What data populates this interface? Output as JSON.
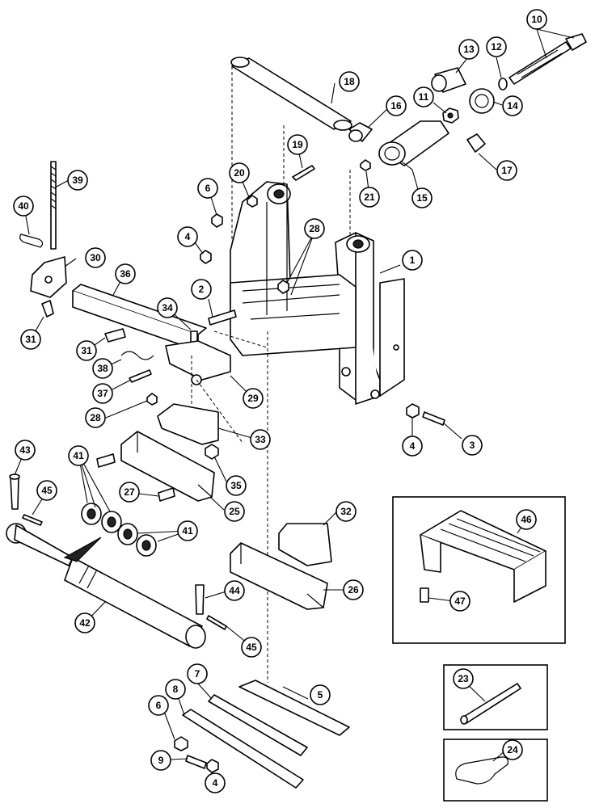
{
  "diagram": {
    "callouts": {
      "c1": "1",
      "c2": "2",
      "c3": "3",
      "c4a": "4",
      "c4b": "4",
      "c4c": "4",
      "c5": "5",
      "c6a": "6",
      "c6b": "6",
      "c7": "7",
      "c8": "8",
      "c9": "9",
      "c10": "10",
      "c11": "11",
      "c12": "12",
      "c13": "13",
      "c14": "14",
      "c15": "15",
      "c16": "16",
      "c17": "17",
      "c18": "18",
      "c19": "19",
      "c20": "20",
      "c21": "21",
      "c23": "23",
      "c24": "24",
      "c25": "25",
      "c26": "26",
      "c27": "27",
      "c28a": "28",
      "c28b": "28",
      "c29": "29",
      "c30": "30",
      "c31a": "31",
      "c31b": "31",
      "c32": "32",
      "c33": "33",
      "c34": "34",
      "c35": "35",
      "c36": "36",
      "c37": "37",
      "c38": "38",
      "c39": "39",
      "c40": "40",
      "c41a": "41",
      "c41b": "41",
      "c42": "42",
      "c43": "43",
      "c44": "44",
      "c45a": "45",
      "c45b": "45",
      "c46": "46",
      "c47": "47"
    }
  }
}
